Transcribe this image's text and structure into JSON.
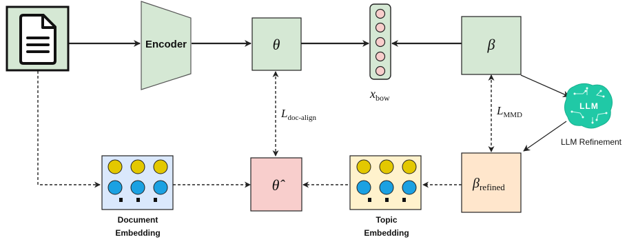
{
  "encoder": {
    "label": "Encoder"
  },
  "theta": {
    "symbol": "θ"
  },
  "beta": {
    "symbol": "β"
  },
  "theta_hat": {
    "symbol": "θ̂"
  },
  "beta_refined": {
    "symbol": "β",
    "subscript": "refined"
  },
  "x_bow": {
    "symbol": "x",
    "subscript": "bow"
  },
  "loss_doc_align": {
    "symbol": "L",
    "subscript": "doc-align"
  },
  "loss_mmd": {
    "symbol": "L",
    "subscript": "MMD"
  },
  "llm": {
    "icon_text": "LLM",
    "label": "LLM Refinement"
  },
  "document_embedding": {
    "label_line1": "Document",
    "label_line2": "Embedding"
  },
  "topic_embedding": {
    "label_line1": "Topic",
    "label_line2": "Embedding"
  },
  "colors": {
    "green_fill": "#d5e8d4",
    "node_stroke": "#222222",
    "pink_fill": "#f8cecc",
    "orange_fill": "#ffe6cc",
    "blue_fill": "#dae8fc",
    "yellow_fill": "#fff2cc",
    "yellow_dot": "#e3c800",
    "blue_dot": "#1ba1e2",
    "pink_dot": "#f8cecc",
    "teal_icon": "#20c9a6"
  }
}
